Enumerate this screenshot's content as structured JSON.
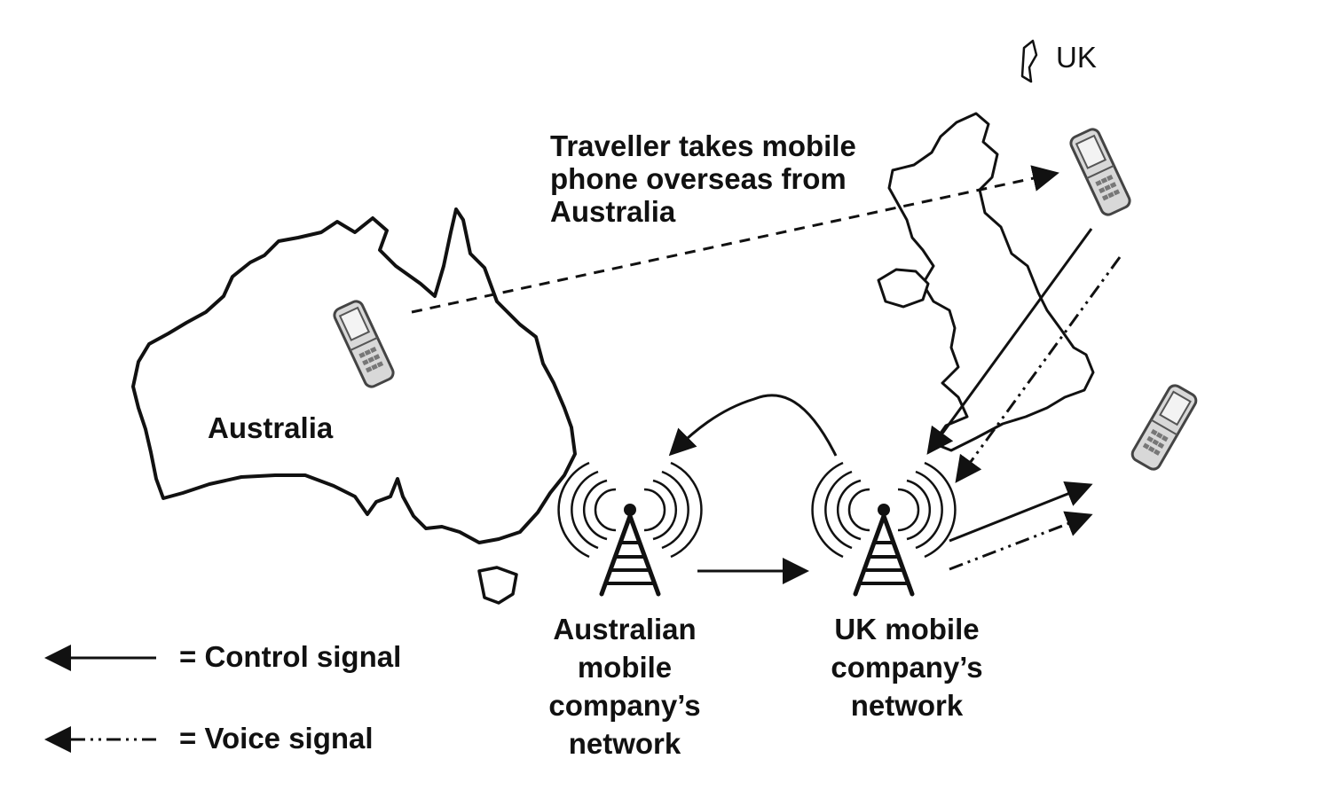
{
  "labels": {
    "uk": "UK",
    "australia": "Australia",
    "traveller_line1": "Traveller takes mobile",
    "traveller_line2": "phone overseas from",
    "traveller_line3": "Australia",
    "au_network_line1": "Australian",
    "au_network_line2": "mobile",
    "au_network_line3": "company’s",
    "au_network_line4": "network",
    "uk_network_line1": "UK mobile",
    "uk_network_line2": "company’s",
    "uk_network_line3": "network"
  },
  "legend": {
    "control": "= Control signal",
    "voice": "= Voice signal"
  },
  "icons": {
    "phone": "mobile-phone-icon",
    "tower": "cell-tower-icon"
  },
  "colors": {
    "ink": "#111111",
    "phone_body": "#d8d8d8"
  }
}
